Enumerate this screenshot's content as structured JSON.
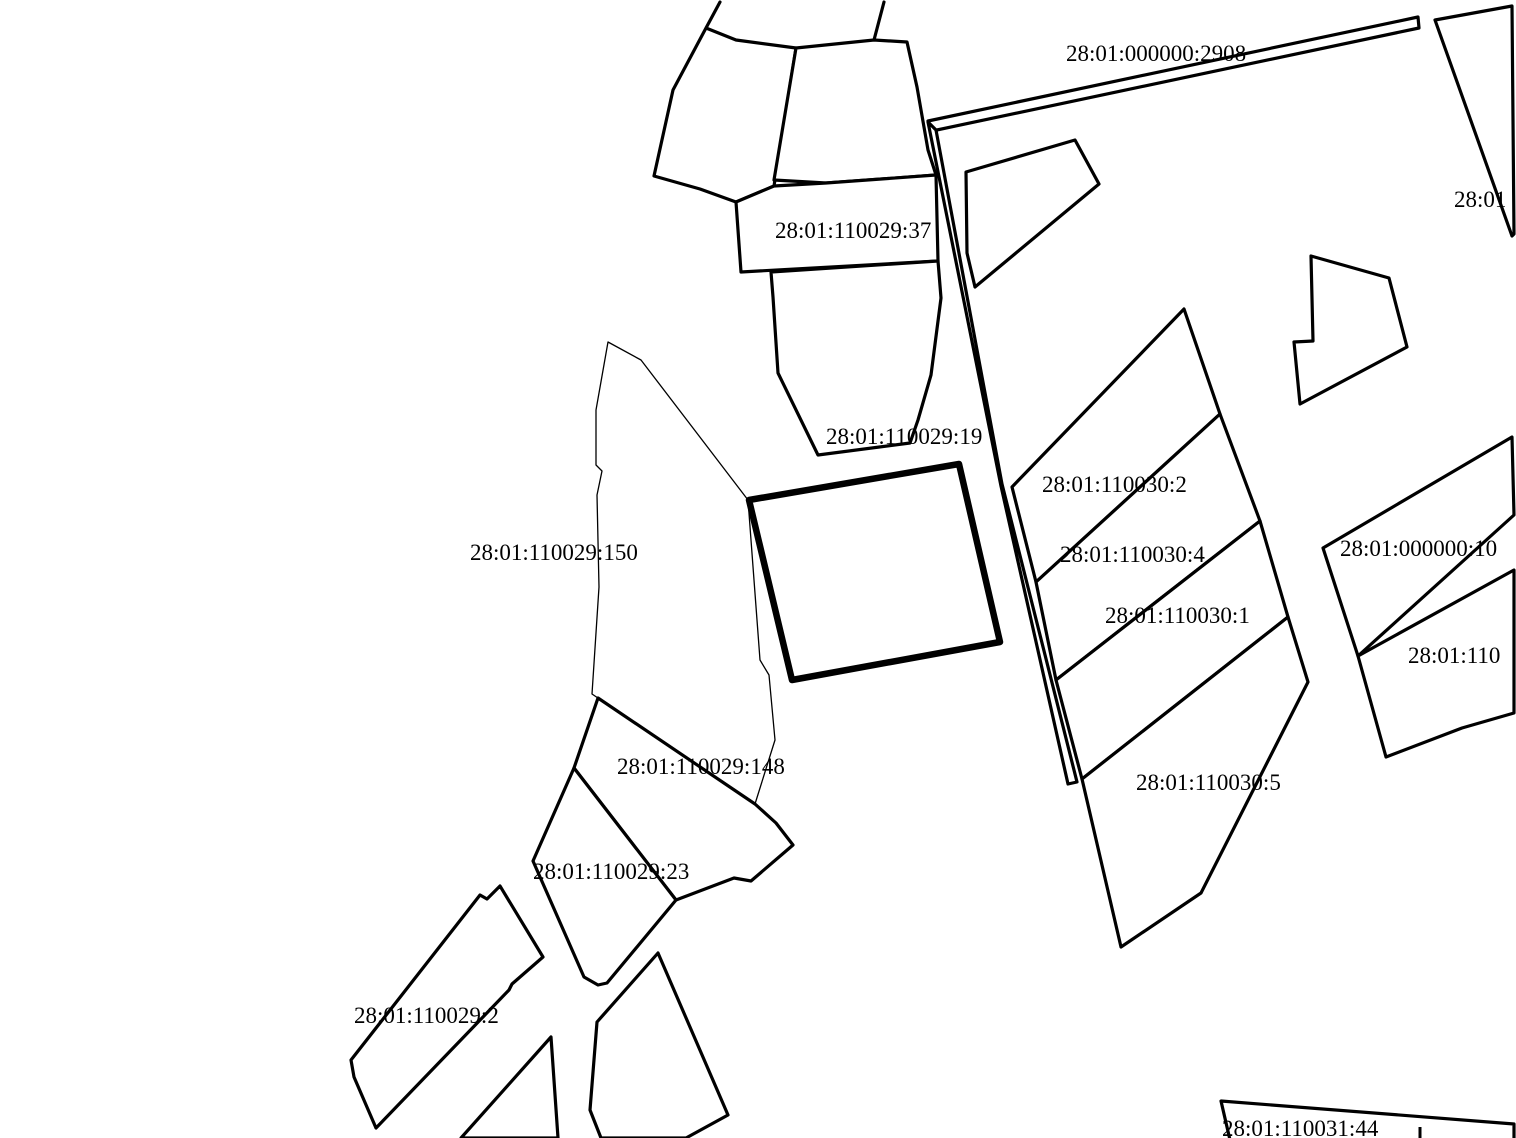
{
  "map": {
    "parcel_labels": [
      "28:01:000000:2908",
      "28:01",
      "28:01:110029:37",
      "28:01:110029:19",
      "28:01:110030:2",
      "28:01:110029:150",
      "28:01:110030:4",
      "28:01:000000:10",
      "28:01:110030:1",
      "28:01:110",
      "28:01:110029:148",
      "28:01:110030:5",
      "28:01:110029:23",
      "28:01:110029:2",
      "28:01:110031:44"
    ],
    "colors": {
      "background": "#ffffff",
      "boundary": "#000000"
    }
  }
}
